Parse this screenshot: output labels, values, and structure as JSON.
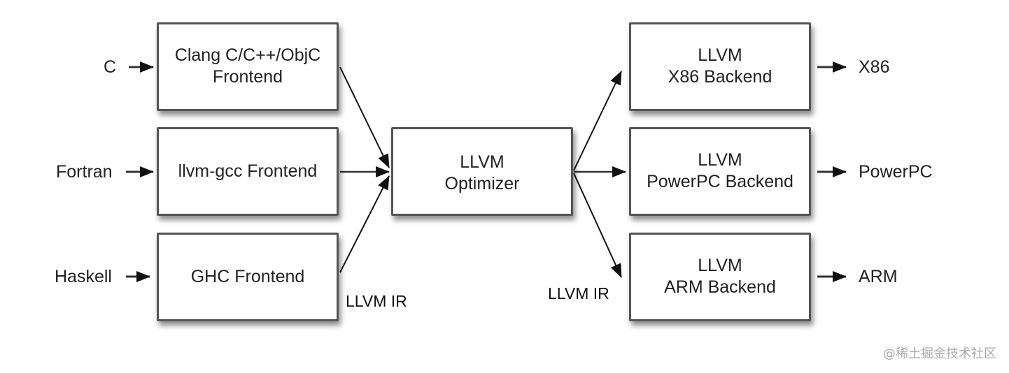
{
  "inputs": [
    {
      "label": "C"
    },
    {
      "label": "Fortran"
    },
    {
      "label": "Haskell"
    }
  ],
  "frontends": [
    {
      "line1": "Clang C/C++/ObjC",
      "line2": "Frontend"
    },
    {
      "line1": "llvm-gcc Frontend",
      "line2": ""
    },
    {
      "line1": "GHC Frontend",
      "line2": ""
    }
  ],
  "optimizer": {
    "line1": "LLVM",
    "line2": "Optimizer"
  },
  "backends": [
    {
      "line1": "LLVM",
      "line2": "X86 Backend"
    },
    {
      "line1": "LLVM",
      "line2": "PowerPC Backend"
    },
    {
      "line1": "LLVM",
      "line2": "ARM Backend"
    }
  ],
  "outputs": [
    {
      "label": "X86"
    },
    {
      "label": "PowerPC"
    },
    {
      "label": "ARM"
    }
  ],
  "ir_labels": {
    "left": "LLVM IR",
    "right": "LLVM IR"
  },
  "watermark": "@稀土掘金技术社区"
}
